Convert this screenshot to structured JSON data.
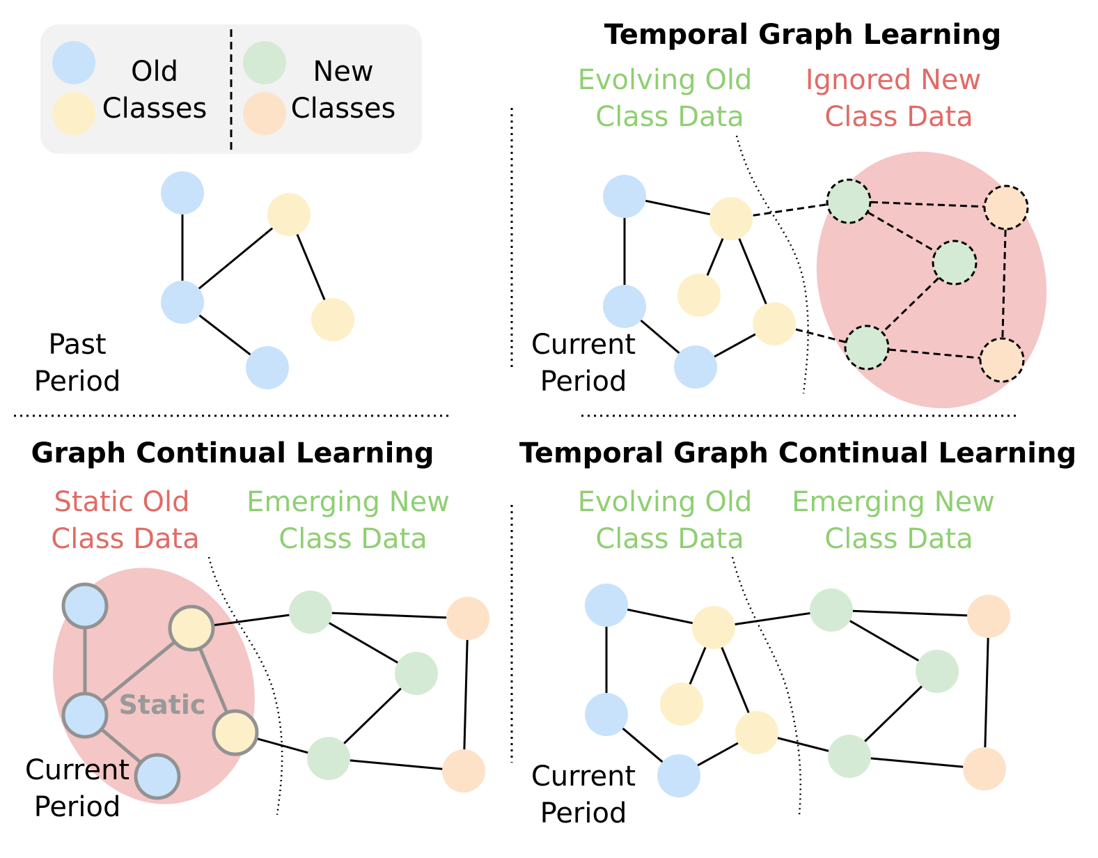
{
  "colors": {
    "old_blue": "#c8e2fb",
    "old_yellow": "#fdf0c8",
    "new_green": "#d5ead4",
    "new_orange": "#fde2c8",
    "green_text": "#8fcf72",
    "red_text": "#e06b66",
    "highlight_red": "#f4c6c5",
    "static_gray": "#999999"
  },
  "legend": {
    "old_line1": "Old",
    "old_line2": "Classes",
    "new_line1": "New",
    "new_line2": "Classes"
  },
  "panels": {
    "top_left": {
      "period_line1": "Past",
      "period_line2": "Period"
    },
    "top_right": {
      "title": "Temporal Graph Learning",
      "left_line1": "Evolving Old",
      "left_line2": "Class Data",
      "right_line1": "Ignored New",
      "right_line2": "Class Data",
      "period_line1": "Current",
      "period_line2": "Period"
    },
    "bottom_left": {
      "title": "Graph Continual Learning",
      "left_line1": "Static Old",
      "left_line2": "Class Data",
      "right_line1": "Emerging New",
      "right_line2": "Class Data",
      "static_label": "Static",
      "period_line1": "Current",
      "period_line2": "Period"
    },
    "bottom_right": {
      "title": "Temporal Graph Continual Learning",
      "left_line1": "Evolving Old",
      "left_line2": "Class Data",
      "right_line1": "Emerging New",
      "right_line2": "Class Data",
      "period_line1": "Current",
      "period_line2": "Period"
    }
  }
}
